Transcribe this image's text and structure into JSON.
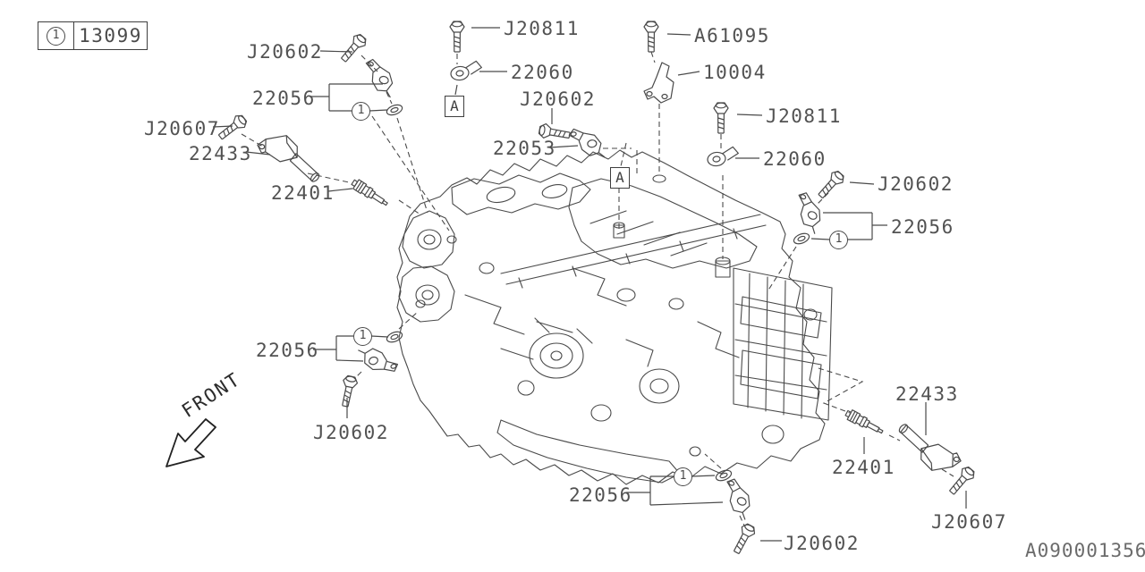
{
  "diagram": {
    "drawing_number": "A090001356",
    "front_label": "FRONT",
    "legend": {
      "ref_bubble": "1",
      "part_number": "13099"
    },
    "ref_bubble": "1",
    "section_marker": "A",
    "labels": {
      "j20602_top_left": "J20602",
      "s22056_top_left": "22056",
      "j20607_top_left": "J20607",
      "s22433_left": "22433",
      "s22401_left": "22401",
      "j20811_top": "J20811",
      "s22060_top": "22060",
      "j20602_center": "J20602",
      "s22053_center": "22053",
      "a61095_top": "A61095",
      "s10004_top": "10004",
      "j20811_right": "J20811",
      "s22060_right": "22060",
      "j20602_right": "J20602",
      "s22056_right": "22056",
      "s22056_bottom_left": "22056",
      "j20602_bottom_left": "J20602",
      "s22056_bottom_center": "22056",
      "j20602_bottom_center": "J20602",
      "s22433_bottom_right": "22433",
      "s22401_bottom_right": "22401",
      "j20607_bottom_right": "J20607"
    }
  }
}
